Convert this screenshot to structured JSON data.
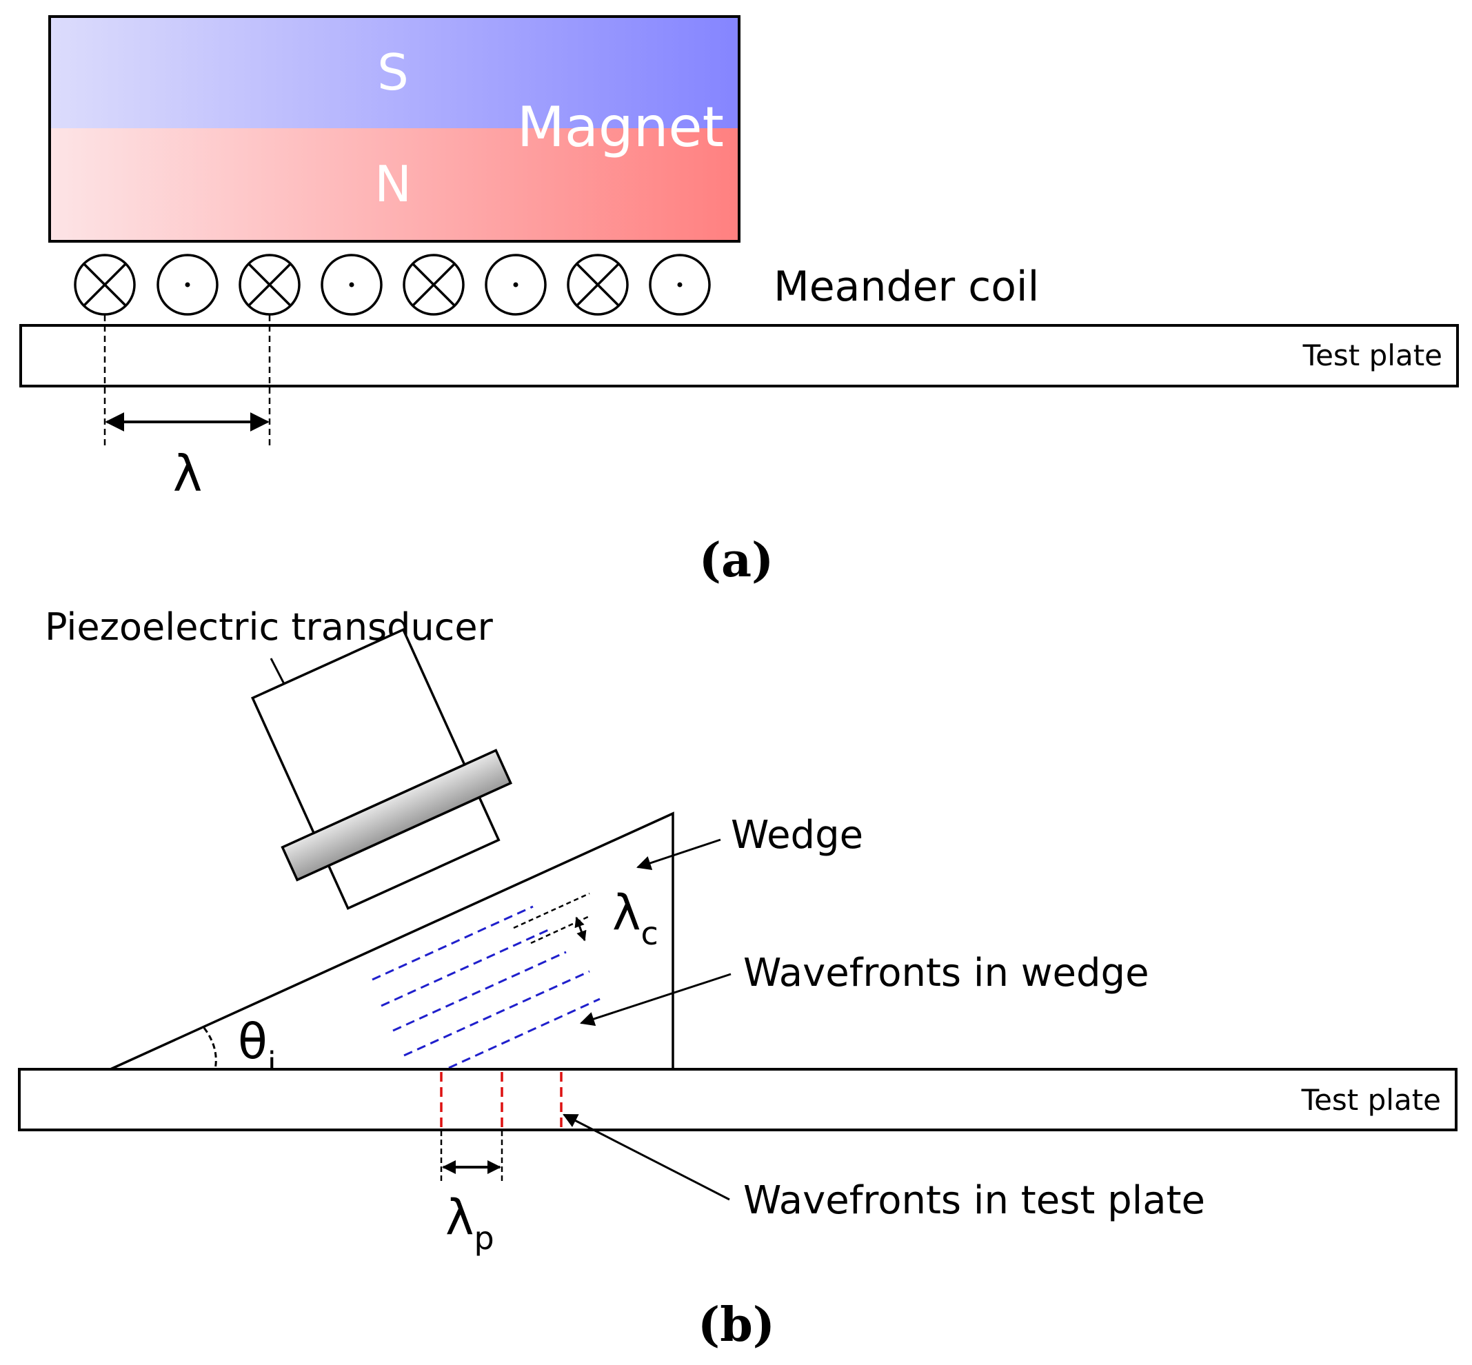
{
  "panel_a": {
    "magnet_label": "Magnet",
    "pole_s": "S",
    "pole_n": "N",
    "coil_label": "Meander coil",
    "plate_label": "Test plate",
    "wavelength_symbol": "λ",
    "caption": "(a)",
    "coil_pattern": [
      "cross",
      "dot",
      "cross",
      "dot",
      "cross",
      "dot",
      "cross",
      "dot"
    ],
    "colors": {
      "south_pole": "#8585ff",
      "north_pole": "#ff8080"
    }
  },
  "panel_b": {
    "transducer_label": "Piezoelectric transducer",
    "wedge_label": "Wedge",
    "lambda_c_symbol": "λ",
    "lambda_c_sub": "c",
    "wavefronts_wedge_label": "Wavefronts in wedge",
    "theta_symbol": "θ",
    "theta_sub": "i",
    "plate_label": "Test plate",
    "lambda_p_symbol": "λ",
    "lambda_p_sub": "p",
    "wavefronts_plate_label": "Wavefronts in test plate",
    "caption": "(b)",
    "colors": {
      "wedge_wavefronts": "#1f1fcc",
      "plate_wavefronts": "#dd1111"
    }
  }
}
